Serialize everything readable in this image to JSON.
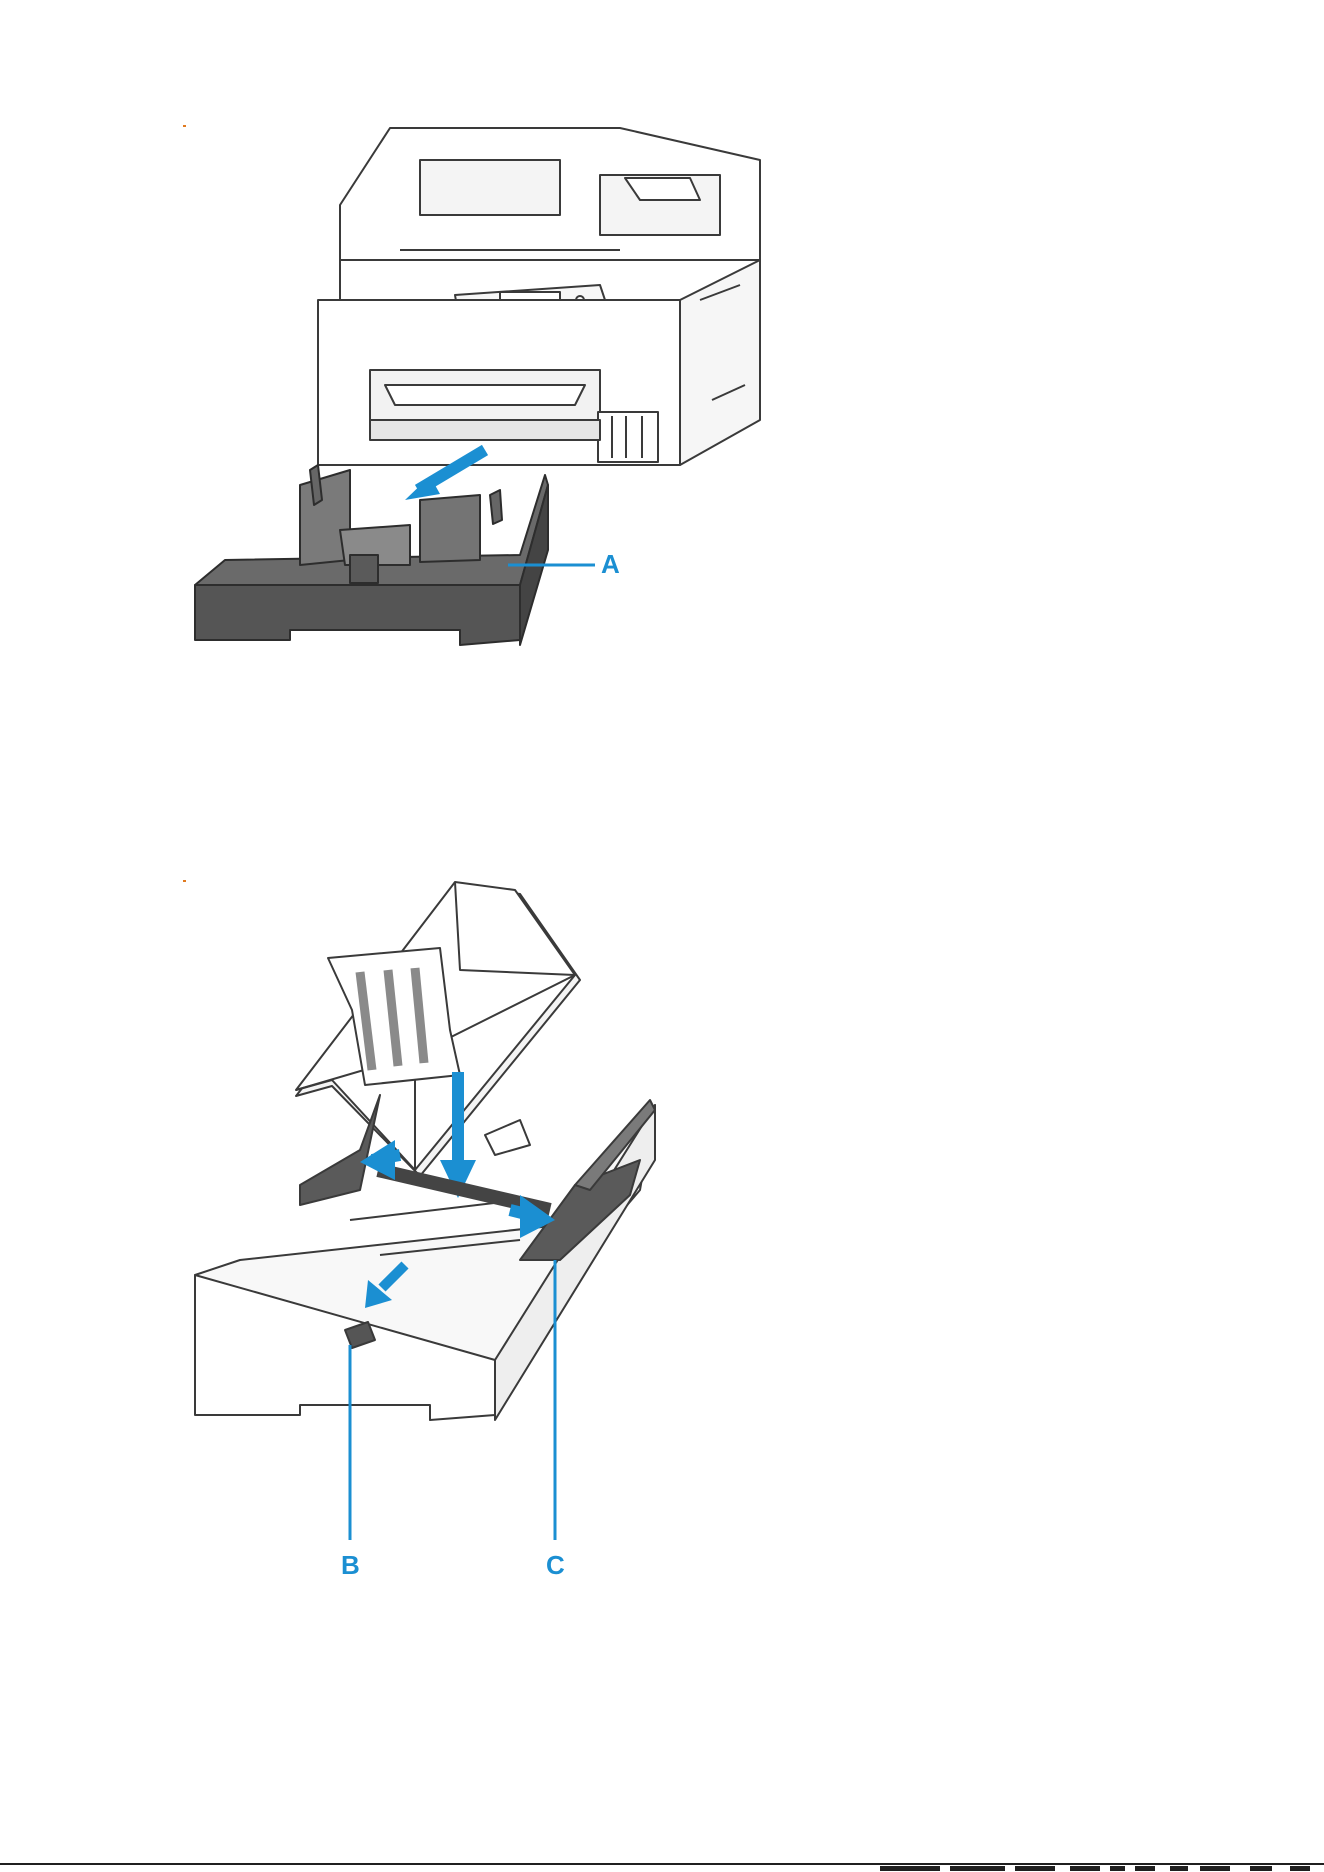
{
  "figures": [
    {
      "id": "fig1",
      "subject": "remove-cassette",
      "callouts": [
        {
          "label": "A"
        }
      ]
    },
    {
      "id": "fig2",
      "subject": "load-envelopes",
      "callouts": [
        {
          "label": "B"
        },
        {
          "label": "C"
        }
      ]
    }
  ],
  "colors": {
    "accent_blue": "#1b8fd2",
    "tray_gray": "#555555",
    "line": "#3a3a3a",
    "small_mark": "#e07a1f"
  }
}
